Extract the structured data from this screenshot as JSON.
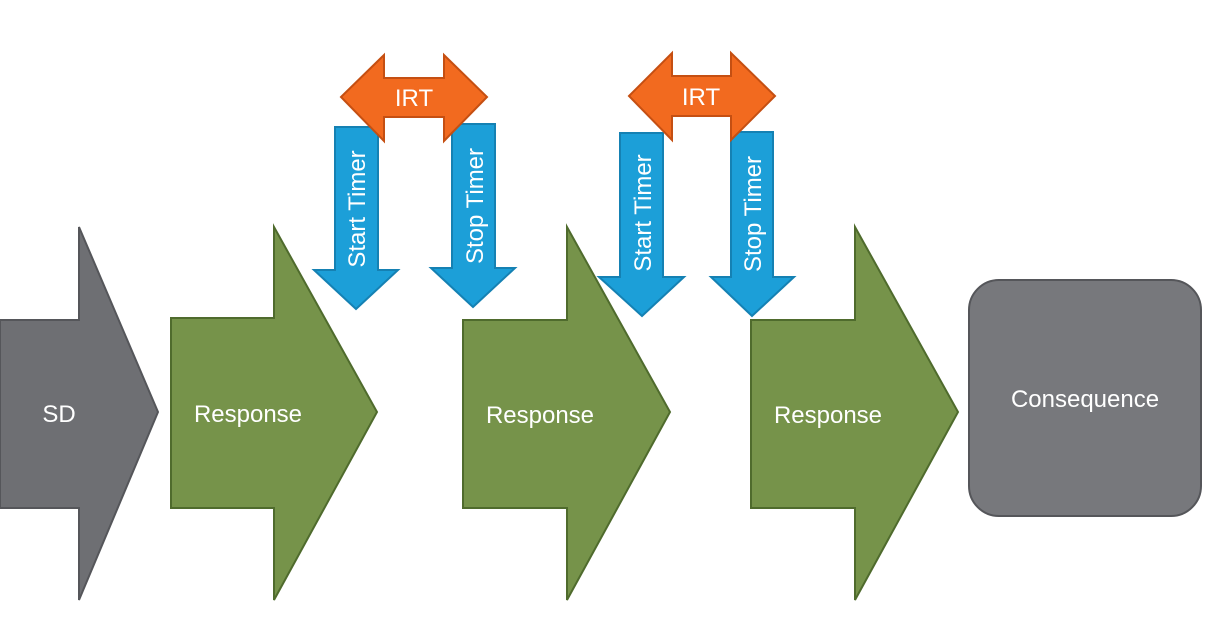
{
  "diagram": {
    "sd_label": "SD",
    "responses": [
      "Response",
      "Response",
      "Response"
    ],
    "consequence_label": "Consequence",
    "irt_groups": [
      {
        "irt_label": "IRT",
        "start_label": "Start Timer",
        "stop_label": "Stop Timer"
      },
      {
        "irt_label": "IRT",
        "start_label": "Start Timer",
        "stop_label": "Stop Timer"
      }
    ],
    "colors": {
      "sd_fill": "#6e6f73",
      "response_fill": "#76934a",
      "response_stroke": "#4f6b2d",
      "consequence_fill": "#77787c",
      "irt_fill": "#f26a1f",
      "irt_stroke": "#c54f12",
      "timer_fill": "#1c9fd8",
      "timer_stroke": "#1581b3"
    }
  }
}
